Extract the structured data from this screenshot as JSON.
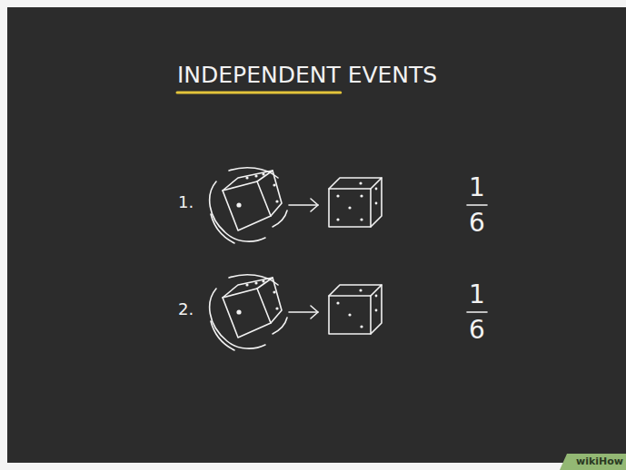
{
  "diagram": {
    "title": "INDEPENDENT EVENTS",
    "labels": [
      "1.",
      "1",
      "6",
      "2.",
      "1",
      "6",
      "wikiHow"
    ]
  }
}
